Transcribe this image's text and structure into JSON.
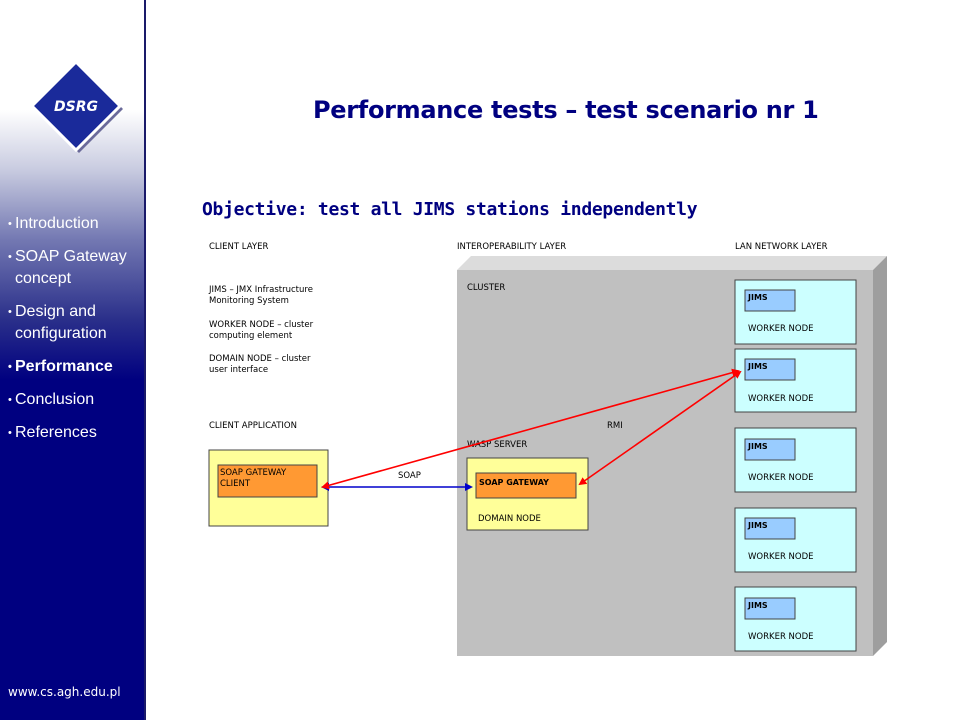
{
  "logo": {
    "text": "DSRG"
  },
  "nav": {
    "items": [
      {
        "label": "Introduction"
      },
      {
        "label": "SOAP Gateway concept"
      },
      {
        "label": "Design and configuration"
      },
      {
        "label": "Performance"
      },
      {
        "label": "Conclusion"
      },
      {
        "label": "References"
      }
    ],
    "active_index": 3
  },
  "footer": {
    "url": "www.cs.agh.edu.pl"
  },
  "title": "Performance tests – test scenario nr 1",
  "objective": "Objective: test all JIMS stations independently",
  "diagram": {
    "layers": {
      "client": "CLIENT LAYER",
      "interop": "INTEROPERABILITY LAYER",
      "lan": "LAN NETWORK LAYER"
    },
    "legend": {
      "jims_line1": "JIMS – JMX Infrastructure",
      "jims_line2": "Monitoring System",
      "worker_line1": "WORKER NODE – cluster",
      "worker_line2": "computing element",
      "domain_line1": "DOMAIN NODE – cluster",
      "domain_line2": "user interface"
    },
    "client_app": "CLIENT APPLICATION",
    "client_box": {
      "line1": "SOAP GATEWAY",
      "line2": "CLIENT"
    },
    "cluster": "CLUSTER",
    "wasp_server": "WASP SERVER",
    "gateway": "SOAP GATEWAY",
    "domain_node": "DOMAIN NODE",
    "soap_label": "SOAP",
    "rmi_label": "RMI",
    "nodes": [
      {
        "jims": "JIMS",
        "label": "WORKER NODE"
      },
      {
        "jims": "JIMS",
        "label": "WORKER NODE"
      },
      {
        "jims": "JIMS",
        "label": "WORKER NODE"
      },
      {
        "jims": "JIMS",
        "label": "WORKER NODE"
      },
      {
        "jims": "JIMS",
        "label": "WORKER NODE"
      }
    ],
    "colors": {
      "sidebar": "#000080",
      "cluster_fill": "#c0c0c0",
      "node_fill": "#ccffff",
      "jims_fill": "#99ccff",
      "app_fill": "#ffff99",
      "orange": "#ff9933",
      "rmi_arrow": "#ff0000",
      "soap_arrow": "#0000cc"
    }
  }
}
